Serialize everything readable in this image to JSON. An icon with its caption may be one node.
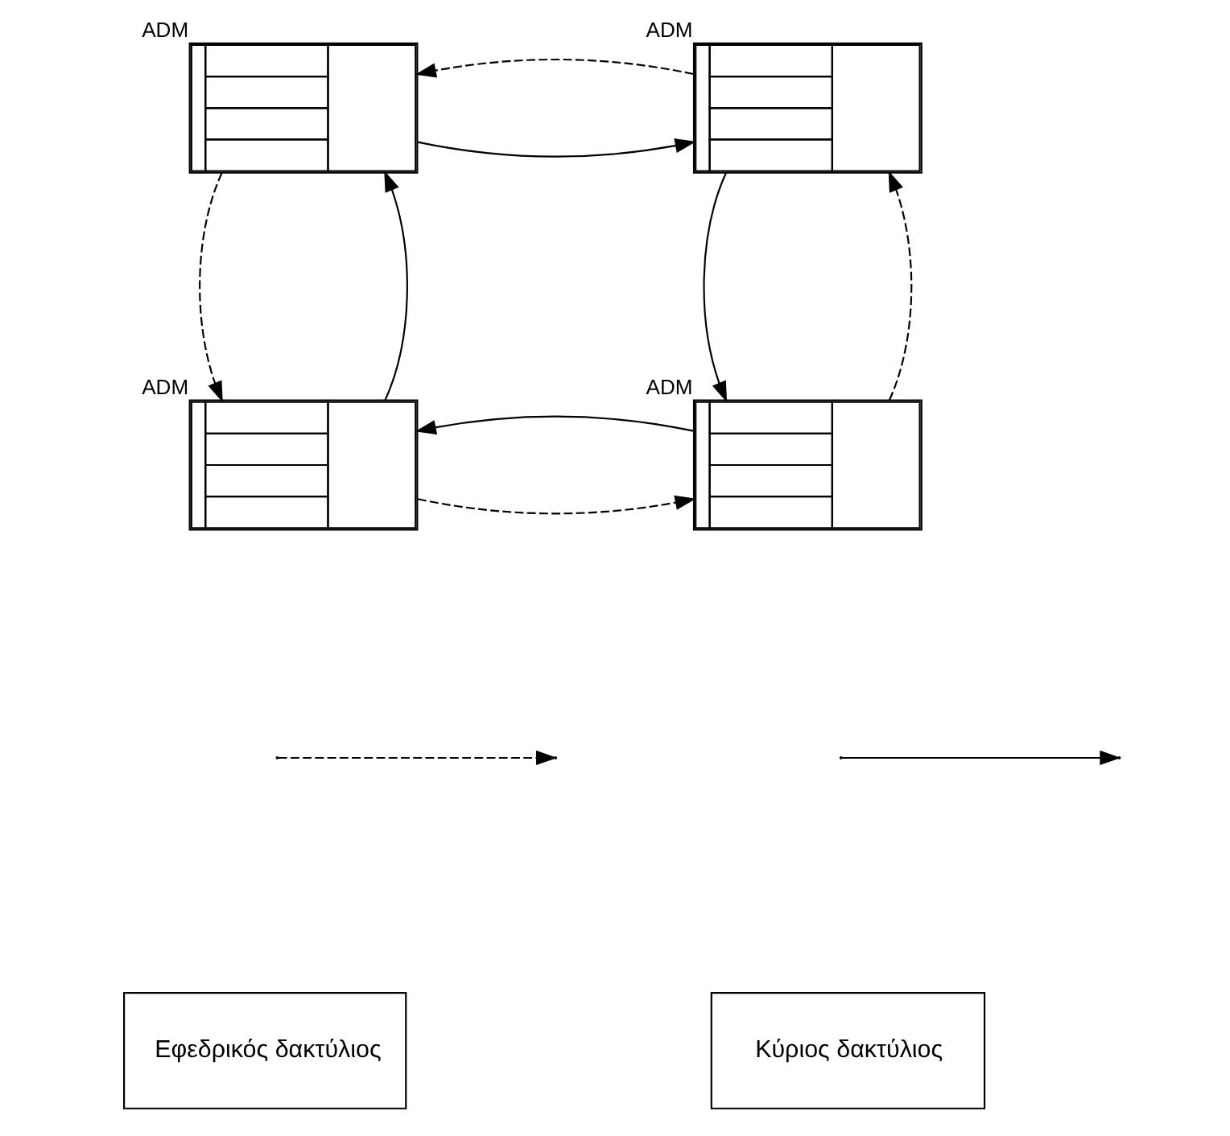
{
  "diagram": {
    "nodes": [
      {
        "text": [],
        "shape": "box",
        "beside": [
          "ADM"
        ]
      },
      {
        "text": [],
        "shape": "box",
        "beside": [
          "ADM"
        ]
      },
      {
        "text": [],
        "shape": "box",
        "beside": [
          "ADM"
        ]
      },
      {
        "text": [],
        "shape": "box",
        "beside": [
          "ADM"
        ]
      }
    ],
    "edges": [
      {
        "from": 0,
        "to": 1,
        "arrow": "to"
      },
      {
        "from": 1,
        "to": 0,
        "arrow": "to",
        "style": "dashed"
      },
      {
        "from": 0,
        "to": 2,
        "arrow": "to",
        "style": "dashed"
      },
      {
        "from": 2,
        "to": 0,
        "arrow": "to"
      },
      {
        "from": 1,
        "to": 3,
        "arrow": "to"
      },
      {
        "from": 3,
        "to": 1,
        "arrow": "to",
        "style": "dashed"
      },
      {
        "from": 2,
        "to": 3,
        "arrow": "to",
        "style": "dashed"
      },
      {
        "from": 3,
        "to": 2,
        "arrow": "to"
      }
    ],
    "legend": [
      {
        "text": "Εφεδρικός δακτύλιος"
      },
      {
        "text": "Κύριος δακτύλιος"
      }
    ]
  }
}
